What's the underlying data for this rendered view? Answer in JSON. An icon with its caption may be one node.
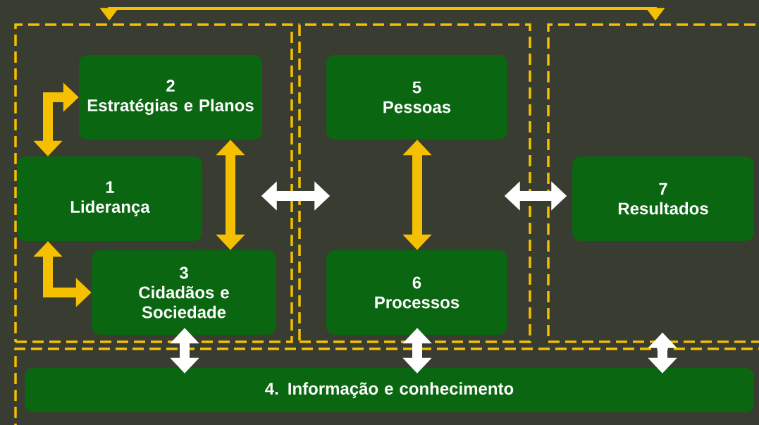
{
  "diagram": {
    "nodes": [
      {
        "text": [],
        "shape": "box"
      },
      {
        "text": [
          "2",
          "Estratégias e Planos"
        ],
        "in": 0
      },
      {
        "text": [
          "1",
          "Liderança"
        ],
        "in": 0
      },
      {
        "text": [
          "3",
          "Cidadãos e Sociedade"
        ],
        "in": 0
      },
      {
        "text": [],
        "shape": "box"
      },
      {
        "text": [
          "5",
          "Pessoas"
        ],
        "in": 4
      },
      {
        "text": [
          "6",
          "Processos"
        ],
        "in": 4
      },
      {
        "text": [],
        "shape": "box"
      },
      {
        "text": [
          "7",
          "Resultados"
        ],
        "in": 7
      },
      {
        "text": [],
        "shape": "box"
      },
      {
        "text": [
          "4. Informação e conhecimento"
        ],
        "in": 9
      }
    ],
    "edges": [
      {
        "from": 2,
        "to": 1,
        "arrow": "both",
        "color": "#f5c000"
      },
      {
        "from": 2,
        "to": 3,
        "arrow": "both",
        "color": "#f5c000"
      },
      {
        "from": 1,
        "to": 3,
        "arrow": "both",
        "color": "#f5c000"
      },
      {
        "from": 5,
        "to": 6,
        "arrow": "both",
        "color": "#f5c000"
      },
      {
        "from": 0,
        "to": 4,
        "arrow": "both",
        "color": "#ffffff"
      },
      {
        "from": 4,
        "to": 7,
        "arrow": "both",
        "color": "#ffffff"
      },
      {
        "from": 3,
        "to": 10,
        "arrow": "both",
        "color": "#ffffff"
      },
      {
        "from": 6,
        "to": 10,
        "arrow": "both",
        "color": "#ffffff"
      },
      {
        "from": 7,
        "to": 10,
        "arrow": "both",
        "color": "#ffffff"
      },
      {
        "from": 0,
        "to": 7,
        "arrow": "both",
        "color": "#f5c000"
      }
    ]
  }
}
